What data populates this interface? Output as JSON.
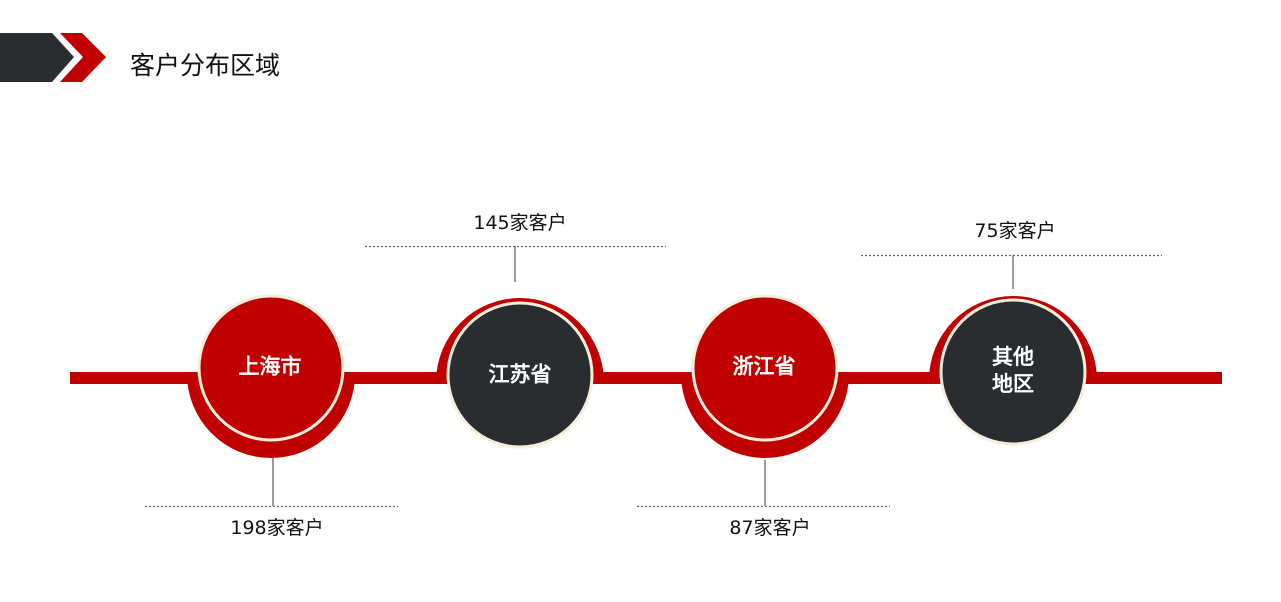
{
  "header": {
    "title": "客户分布区域"
  },
  "nodes": [
    {
      "name": "上海市",
      "count": "198家客户",
      "color": "#c00000"
    },
    {
      "name": "江苏省",
      "count": "145家客户",
      "color": "#2a2d30"
    },
    {
      "name": "浙江省",
      "count": "87家客户",
      "color": "#c00000"
    },
    {
      "name": "其他\n地区",
      "line1": "其他",
      "line2": "地区",
      "count": "75家客户",
      "color": "#2a2d30"
    }
  ],
  "colors": {
    "red": "#c00000",
    "dark": "#2a2d30",
    "ring": "#f5eedc"
  }
}
